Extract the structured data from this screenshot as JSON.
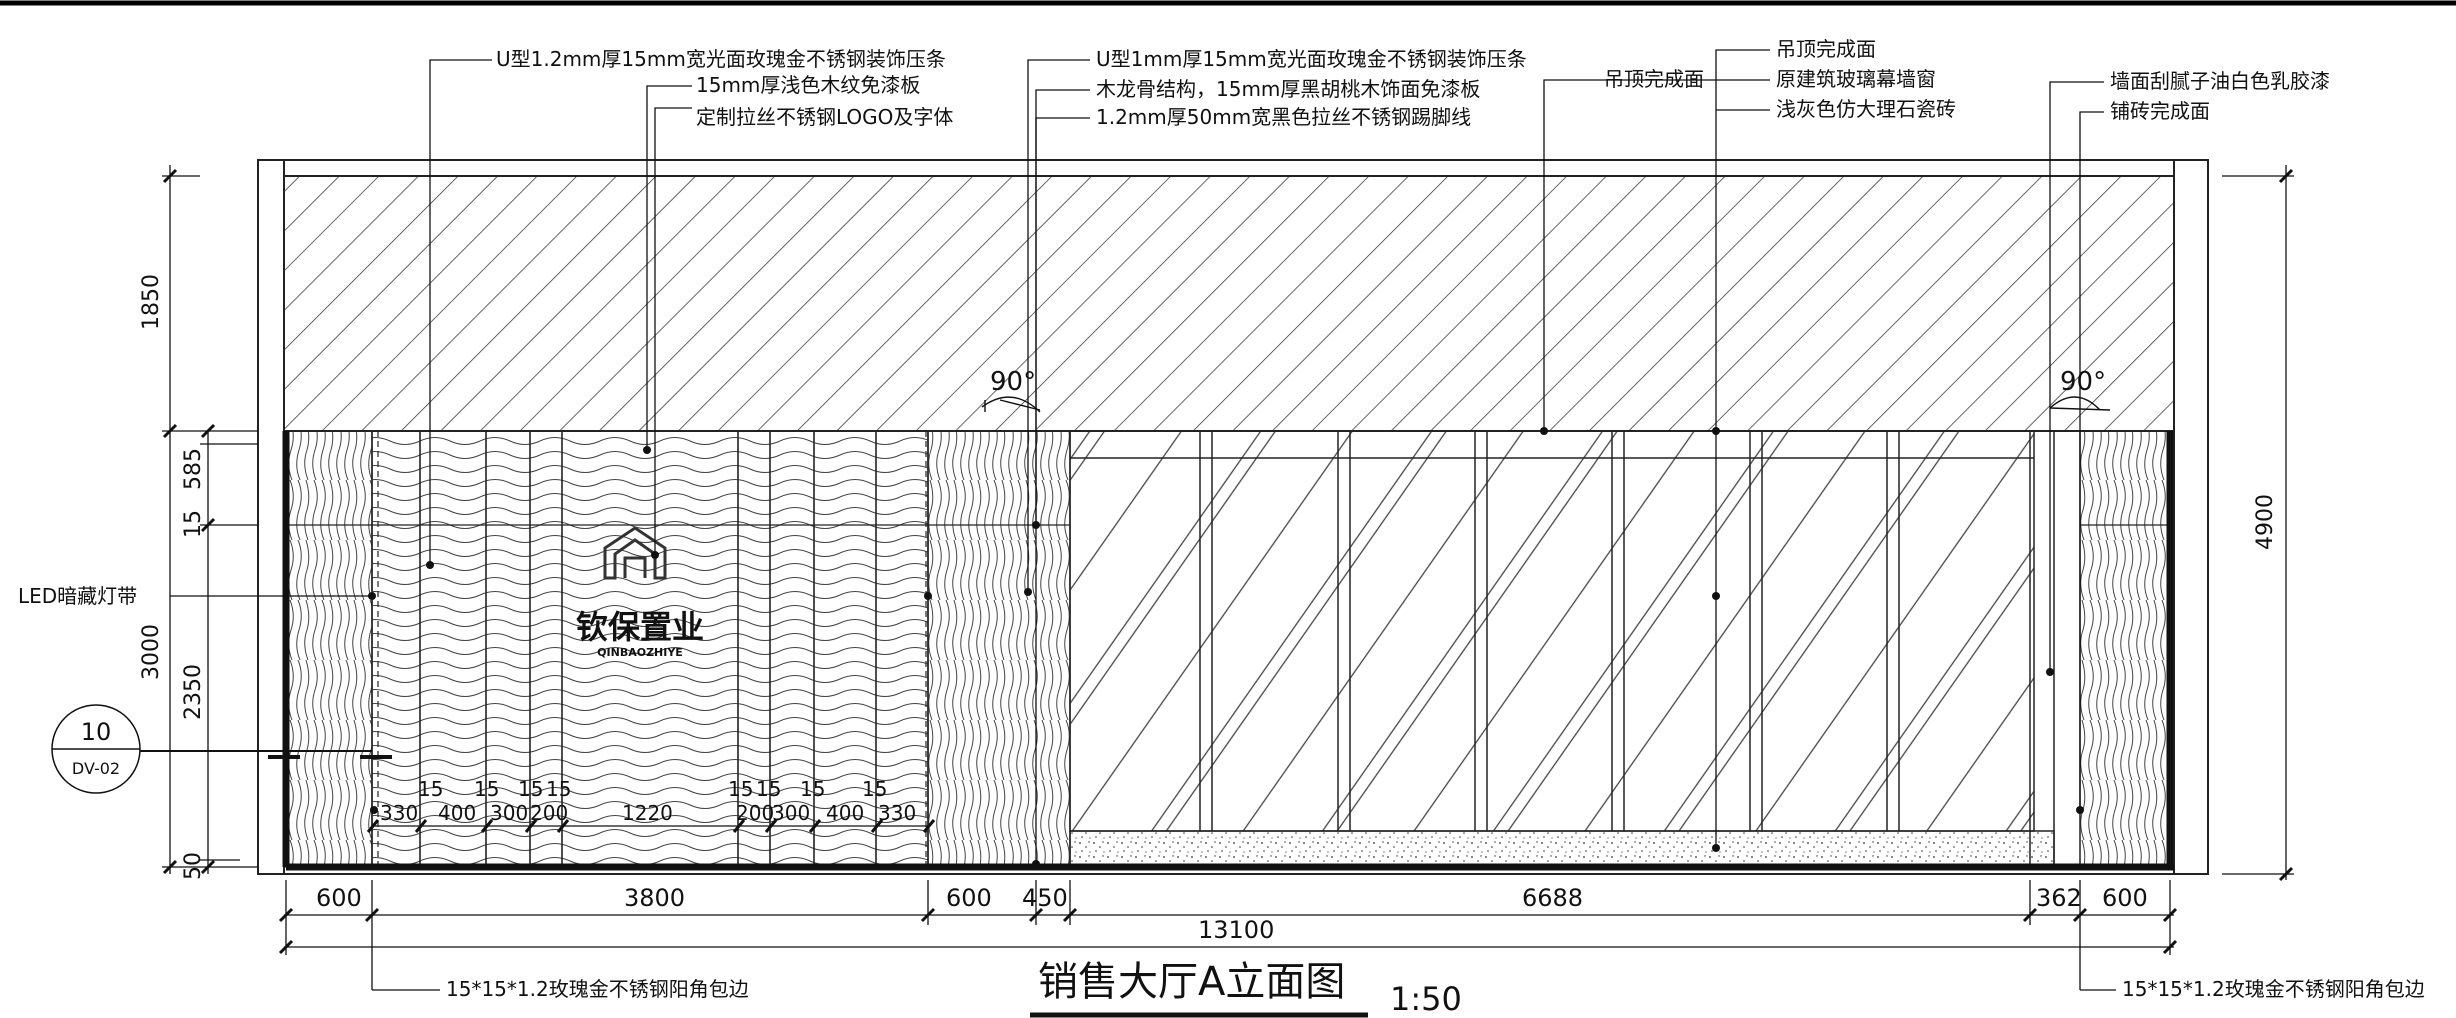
{
  "title": "销售大厅A立面图",
  "scale": "1:50",
  "callouts_top_left": [
    "U型1.2mm厚15mm宽光面玫瑰金不锈钢装饰压条",
    "15mm厚浅色木纹免漆板",
    "定制拉丝不锈钢LOGO及字体"
  ],
  "callouts_top_mid": [
    "U型1mm厚15mm宽光面玫瑰金不锈钢装饰压条",
    "木龙骨结构，15mm厚黑胡桃木饰面免漆板",
    "1.2mm厚50mm宽黑色拉丝不锈钢踢脚线"
  ],
  "callout_ceiling_left": "吊顶完成面",
  "callouts_top_right_mid": [
    "吊顶完成面",
    "原建筑玻璃幕墙窗",
    "浅灰色仿大理石瓷砖"
  ],
  "callouts_top_right": [
    "墙面刮腻子油白色乳胶漆",
    "铺砖完成面"
  ],
  "callout_led": "LED暗藏灯带",
  "callouts_bottom": [
    "15*15*1.2玫瑰金不锈钢阳角包边",
    "15*15*1.2玫瑰金不锈钢阳角包边"
  ],
  "angle_labels": [
    "90°",
    "90°"
  ],
  "section_marker": {
    "number": "10",
    "sheet": "DV-02"
  },
  "logo": {
    "cn": "钦保置业",
    "en": "QINBAOZHIYE"
  },
  "dims_left": [
    "1850",
    "15",
    "585",
    "3000",
    "2350",
    "50"
  ],
  "dims_right": [
    "4900"
  ],
  "dims_panel_gaps": [
    "15",
    "15",
    "15",
    "15",
    "15",
    "15",
    "15",
    "15"
  ],
  "dims_panel_widths": [
    "330",
    "400",
    "300",
    "200",
    "1220",
    "200",
    "300",
    "400",
    "330"
  ],
  "dims_bottom_row1": [
    "600",
    "3800",
    "600",
    "450",
    "6688",
    "362",
    "600"
  ],
  "dims_bottom_total": "13100"
}
